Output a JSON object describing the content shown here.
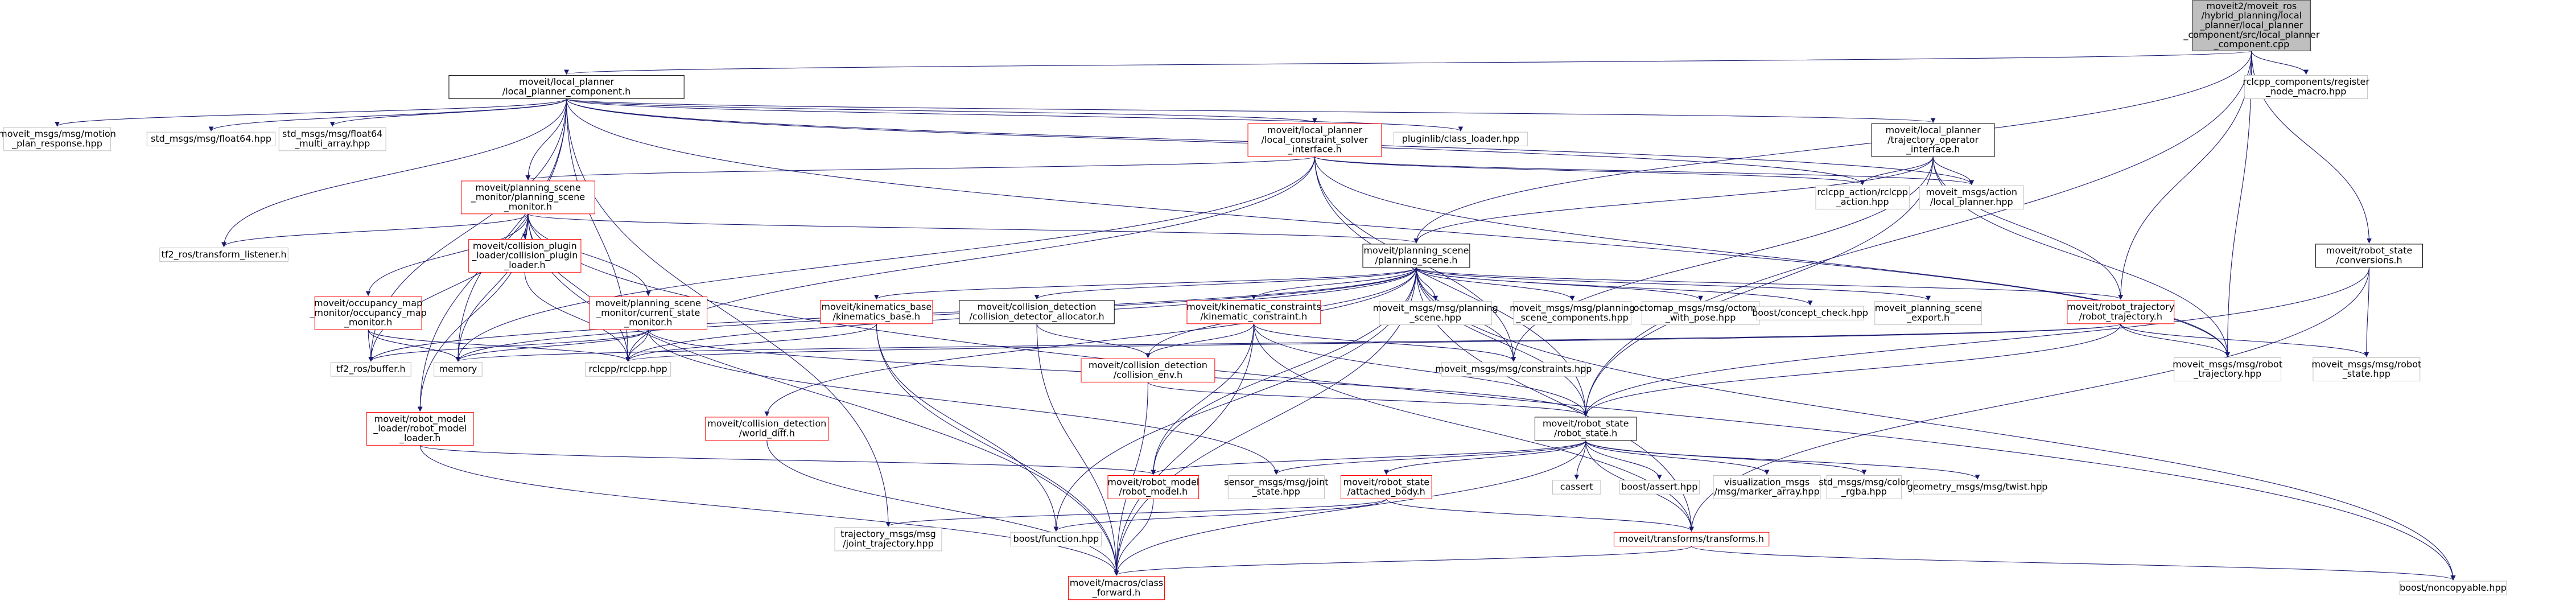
{
  "nodes": [
    {
      "id": "root",
      "lines": [
        "moveit2/moveit_ros",
        "/hybrid_planning/local",
        "_planner/local_planner",
        "_component/src/local_planner",
        "_component.cpp"
      ],
      "style": "root"
    },
    {
      "id": "lpc",
      "lines": [
        "moveit/local_planner",
        "/local_planner_component.h"
      ],
      "style": "normal"
    },
    {
      "id": "rclreg",
      "lines": [
        "rclcpp_components/register",
        "_node_macro.hpp"
      ],
      "style": "gray"
    },
    {
      "id": "motionresp",
      "lines": [
        "moveit_msgs/msg/motion",
        "_plan_response.hpp"
      ],
      "style": "gray"
    },
    {
      "id": "float64",
      "lines": [
        "std_msgs/msg/float64.hpp"
      ],
      "style": "gray"
    },
    {
      "id": "float64multi",
      "lines": [
        "std_msgs/msg/float64",
        "_multi_array.hpp"
      ],
      "style": "gray"
    },
    {
      "id": "lcsi",
      "lines": [
        "moveit/local_planner",
        "/local_constraint_solver",
        "_interface.h"
      ],
      "style": "red"
    },
    {
      "id": "pluginlib",
      "lines": [
        "pluginlib/class_loader.hpp"
      ],
      "style": "gray"
    },
    {
      "id": "toi",
      "lines": [
        "moveit/local_planner",
        "/trajectory_operator",
        "_interface.h"
      ],
      "style": "normal"
    },
    {
      "id": "psm",
      "lines": [
        "moveit/planning_scene",
        "_monitor/planning_scene",
        "_monitor.h"
      ],
      "style": "red"
    },
    {
      "id": "rclaction",
      "lines": [
        "rclcpp_action/rclcpp",
        "_action.hpp"
      ],
      "style": "gray"
    },
    {
      "id": "actionlp",
      "lines": [
        "moveit_msgs/action",
        "/local_planner.hpp"
      ],
      "style": "gray"
    },
    {
      "id": "tf2listener",
      "lines": [
        "tf2_ros/transform_listener.h"
      ],
      "style": "gray"
    },
    {
      "id": "cpl",
      "lines": [
        "moveit/collision_plugin",
        "_loader/collision_plugin",
        "_loader.h"
      ],
      "style": "red"
    },
    {
      "id": "ps",
      "lines": [
        "moveit/planning_scene",
        "/planning_scene.h"
      ],
      "style": "normal"
    },
    {
      "id": "rsconv",
      "lines": [
        "moveit/robot_state",
        "/conversions.h"
      ],
      "style": "normal"
    },
    {
      "id": "occ",
      "lines": [
        "moveit/occupancy_map",
        "_monitor/occupancy_map",
        "_monitor.h"
      ],
      "style": "red"
    },
    {
      "id": "csm",
      "lines": [
        "moveit/planning_scene",
        "_monitor/current_state",
        "_monitor.h"
      ],
      "style": "red"
    },
    {
      "id": "kinbase",
      "lines": [
        "moveit/kinematics_base",
        "/kinematics_base.h"
      ],
      "style": "red"
    },
    {
      "id": "cdalloc",
      "lines": [
        "moveit/collision_detection",
        "/collision_detector_allocator.h"
      ],
      "style": "normal"
    },
    {
      "id": "kinconstr",
      "lines": [
        "moveit/kinematic_constraints",
        "/kinematic_constraint.h"
      ],
      "style": "red"
    },
    {
      "id": "psmsg",
      "lines": [
        "moveit_msgs/msg/planning",
        "_scene.hpp"
      ],
      "style": "gray"
    },
    {
      "id": "pscomp",
      "lines": [
        "moveit_msgs/msg/planning",
        "_scene_components.hpp"
      ],
      "style": "gray"
    },
    {
      "id": "octomap",
      "lines": [
        "octomap_msgs/msg/octomap",
        "_with_pose.hpp"
      ],
      "style": "gray"
    },
    {
      "id": "concept",
      "lines": [
        "boost/concept_check.hpp"
      ],
      "style": "gray"
    },
    {
      "id": "psexport",
      "lines": [
        "moveit_planning_scene",
        "_export.h"
      ],
      "style": "gray"
    },
    {
      "id": "rtraj",
      "lines": [
        "moveit/robot_trajectory",
        "/robot_trajectory.h"
      ],
      "style": "red"
    },
    {
      "id": "tf2buffer",
      "lines": [
        "tf2_ros/buffer.h"
      ],
      "style": "gray"
    },
    {
      "id": "memory",
      "lines": [
        "memory"
      ],
      "style": "gray"
    },
    {
      "id": "rclcpp",
      "lines": [
        "rclcpp/rclcpp.hpp"
      ],
      "style": "gray"
    },
    {
      "id": "constraints",
      "lines": [
        "moveit_msgs/msg/constraints.hpp"
      ],
      "style": "gray"
    },
    {
      "id": "cenv",
      "lines": [
        "moveit/collision_detection",
        "/collision_env.h"
      ],
      "style": "red"
    },
    {
      "id": "rtrajmsg",
      "lines": [
        "moveit_msgs/msg/robot",
        "_trajectory.hpp"
      ],
      "style": "gray"
    },
    {
      "id": "rstatemsg",
      "lines": [
        "moveit_msgs/msg/robot",
        "_state.hpp"
      ],
      "style": "gray"
    },
    {
      "id": "worlddiff",
      "lines": [
        "moveit/collision_detection",
        "/world_diff.h"
      ],
      "style": "red"
    },
    {
      "id": "rmloader",
      "lines": [
        "moveit/robot_model",
        "_loader/robot_model",
        "_loader.h"
      ],
      "style": "red"
    },
    {
      "id": "rs",
      "lines": [
        "moveit/robot_state",
        "/robot_state.h"
      ],
      "style": "normal"
    },
    {
      "id": "rm",
      "lines": [
        "moveit/robot_model",
        "/robot_model.h"
      ],
      "style": "red"
    },
    {
      "id": "jointstate",
      "lines": [
        "sensor_msgs/msg/joint",
        "_state.hpp"
      ],
      "style": "gray"
    },
    {
      "id": "attached",
      "lines": [
        "moveit/robot_state",
        "/attached_body.h"
      ],
      "style": "red"
    },
    {
      "id": "cassert",
      "lines": [
        "cassert"
      ],
      "style": "gray"
    },
    {
      "id": "bassert",
      "lines": [
        "boost/assert.hpp"
      ],
      "style": "gray"
    },
    {
      "id": "marker",
      "lines": [
        "visualization_msgs",
        "/msg/marker_array.hpp"
      ],
      "style": "gray"
    },
    {
      "id": "color",
      "lines": [
        "std_msgs/msg/color",
        "_rgba.hpp"
      ],
      "style": "gray"
    },
    {
      "id": "twist",
      "lines": [
        "geometry_msgs/msg/twist.hpp"
      ],
      "style": "gray"
    },
    {
      "id": "jtraj",
      "lines": [
        "trajectory_msgs/msg",
        "/joint_trajectory.hpp"
      ],
      "style": "gray"
    },
    {
      "id": "bfunc",
      "lines": [
        "boost/function.hpp"
      ],
      "style": "gray"
    },
    {
      "id": "transforms",
      "lines": [
        "moveit/transforms/transforms.h"
      ],
      "style": "red"
    },
    {
      "id": "macros",
      "lines": [
        "moveit/macros/class",
        "_forward.h"
      ],
      "style": "red"
    },
    {
      "id": "noncopy",
      "lines": [
        "boost/noncopyable.hpp"
      ],
      "style": "gray"
    }
  ],
  "edges": [
    [
      "root",
      "lpc"
    ],
    [
      "root",
      "rclreg"
    ],
    [
      "root",
      "ps"
    ],
    [
      "root",
      "rs"
    ],
    [
      "root",
      "rsconv"
    ],
    [
      "root",
      "rtraj"
    ],
    [
      "root",
      "rtrajmsg"
    ],
    [
      "lpc",
      "motionresp"
    ],
    [
      "lpc",
      "float64"
    ],
    [
      "lpc",
      "float64multi"
    ],
    [
      "lpc",
      "lcsi"
    ],
    [
      "lpc",
      "pluginlib"
    ],
    [
      "lpc",
      "toi"
    ],
    [
      "lpc",
      "psm"
    ],
    [
      "lpc",
      "rclaction"
    ],
    [
      "lpc",
      "actionlp"
    ],
    [
      "lpc",
      "tf2listener"
    ],
    [
      "lpc",
      "tf2buffer"
    ],
    [
      "lpc",
      "rclcpp"
    ],
    [
      "lpc",
      "rmloader"
    ],
    [
      "lpc",
      "jtraj"
    ],
    [
      "lpc",
      "rtrajmsg"
    ],
    [
      "lpc",
      "memory"
    ],
    [
      "lcsi",
      "psm"
    ],
    [
      "lcsi",
      "rclaction"
    ],
    [
      "lcsi",
      "actionlp"
    ],
    [
      "lcsi",
      "rs"
    ],
    [
      "lcsi",
      "rtrajmsg"
    ],
    [
      "lcsi",
      "constraints"
    ],
    [
      "lcsi",
      "rclcpp"
    ],
    [
      "lcsi",
      "memory"
    ],
    [
      "toi",
      "rclaction"
    ],
    [
      "toi",
      "actionlp"
    ],
    [
      "toi",
      "rtraj"
    ],
    [
      "toi",
      "rtrajmsg"
    ],
    [
      "toi",
      "rs"
    ],
    [
      "toi",
      "ps"
    ],
    [
      "toi",
      "constraints"
    ],
    [
      "psm",
      "tf2listener"
    ],
    [
      "psm",
      "cpl"
    ],
    [
      "psm",
      "ps"
    ],
    [
      "psm",
      "occ"
    ],
    [
      "psm",
      "csm"
    ],
    [
      "psm",
      "rmloader"
    ],
    [
      "psm",
      "tf2buffer"
    ],
    [
      "psm",
      "rclcpp"
    ],
    [
      "psm",
      "memory"
    ],
    [
      "psm",
      "macros"
    ],
    [
      "psm",
      "noncopy"
    ],
    [
      "cpl",
      "rclcpp"
    ],
    [
      "occ",
      "tf2buffer"
    ],
    [
      "occ",
      "memory"
    ],
    [
      "occ",
      "rclcpp"
    ],
    [
      "csm",
      "rs"
    ],
    [
      "csm",
      "tf2buffer"
    ],
    [
      "csm",
      "rclcpp"
    ],
    [
      "csm",
      "jointstate"
    ],
    [
      "csm",
      "memory"
    ],
    [
      "ps",
      "kinbase"
    ],
    [
      "ps",
      "cdalloc"
    ],
    [
      "ps",
      "kinconstr"
    ],
    [
      "ps",
      "psmsg"
    ],
    [
      "ps",
      "pscomp"
    ],
    [
      "ps",
      "octomap"
    ],
    [
      "ps",
      "concept"
    ],
    [
      "ps",
      "psexport"
    ],
    [
      "ps",
      "rtraj"
    ],
    [
      "ps",
      "rclcpp"
    ],
    [
      "ps",
      "constraints"
    ],
    [
      "ps",
      "rs"
    ],
    [
      "ps",
      "rm"
    ],
    [
      "ps",
      "cenv"
    ],
    [
      "ps",
      "worlddiff"
    ],
    [
      "ps",
      "bfunc"
    ],
    [
      "ps",
      "macros"
    ],
    [
      "ps",
      "transforms"
    ],
    [
      "ps",
      "noncopy"
    ],
    [
      "ps",
      "tf2buffer"
    ],
    [
      "ps",
      "memory"
    ],
    [
      "rsconv",
      "rstatemsg"
    ],
    [
      "rsconv",
      "rs"
    ],
    [
      "rsconv",
      "transforms"
    ],
    [
      "kinbase",
      "rclcpp"
    ],
    [
      "kinbase",
      "bfunc"
    ],
    [
      "kinbase",
      "macros"
    ],
    [
      "cdalloc",
      "cenv"
    ],
    [
      "cdalloc",
      "macros"
    ],
    [
      "kinconstr",
      "cenv"
    ],
    [
      "kinconstr",
      "rs"
    ],
    [
      "kinconstr",
      "rm"
    ],
    [
      "kinconstr",
      "constraints"
    ],
    [
      "kinconstr",
      "transforms"
    ],
    [
      "kinconstr",
      "macros"
    ],
    [
      "rtraj",
      "rtrajmsg"
    ],
    [
      "rtraj",
      "rstatemsg"
    ],
    [
      "rtraj",
      "rs"
    ],
    [
      "rtraj",
      "rclcpp"
    ],
    [
      "rtraj",
      "memory"
    ],
    [
      "cenv",
      "rs"
    ],
    [
      "cenv",
      "macros"
    ],
    [
      "worlddiff",
      "macros"
    ],
    [
      "rmloader",
      "rm"
    ],
    [
      "rmloader",
      "macros"
    ],
    [
      "rs",
      "rm"
    ],
    [
      "rs",
      "jointstate"
    ],
    [
      "rs",
      "attached"
    ],
    [
      "rs",
      "cassert"
    ],
    [
      "rs",
      "bassert"
    ],
    [
      "rs",
      "marker"
    ],
    [
      "rs",
      "color"
    ],
    [
      "rs",
      "twist"
    ],
    [
      "rs",
      "transforms"
    ],
    [
      "rs",
      "macros"
    ],
    [
      "rm",
      "macros"
    ],
    [
      "attached",
      "transforms"
    ],
    [
      "attached",
      "jtraj"
    ],
    [
      "attached",
      "bfunc"
    ],
    [
      "transforms",
      "macros"
    ],
    [
      "transforms",
      "noncopy"
    ]
  ],
  "colors": {
    "edge": "#191970",
    "normal_border": "#000000",
    "red_border": "#ff0000",
    "gray_border": "#bfbfbf",
    "root_fill": "#bfbfbf",
    "node_fill": "#ffffff",
    "text": "#000000"
  }
}
